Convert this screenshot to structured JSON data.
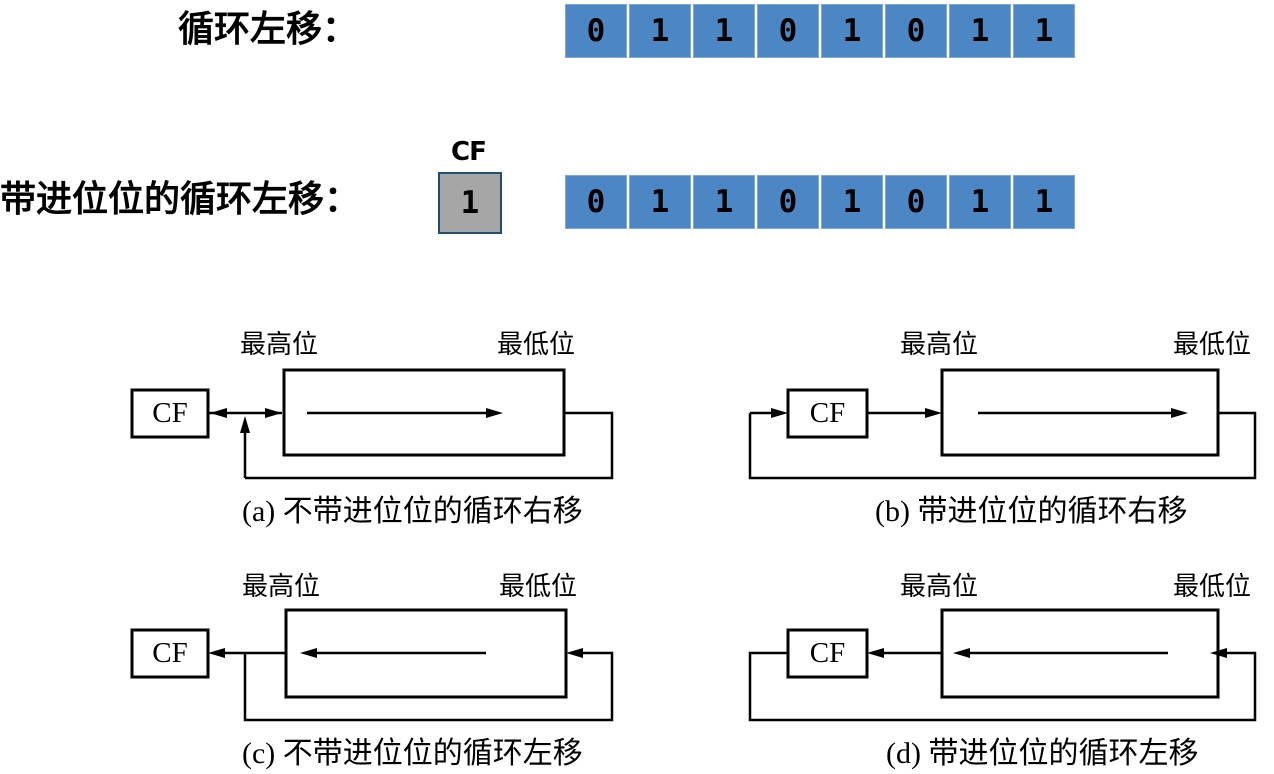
{
  "top": {
    "row1": {
      "label": "循环左移：",
      "bits": [
        "0",
        "1",
        "1",
        "0",
        "1",
        "0",
        "1",
        "1"
      ]
    },
    "row2": {
      "label": "带进位位的循环左移：",
      "cf_label": "CF",
      "cf_value": "1",
      "bits": [
        "0",
        "1",
        "1",
        "0",
        "1",
        "0",
        "1",
        "1"
      ]
    }
  },
  "diagrams": [
    {
      "id": "a",
      "msb": "最高位",
      "lsb": "最低位",
      "cf": "CF",
      "caption": "(a) 不带进位位的循环右移"
    },
    {
      "id": "b",
      "msb": "最高位",
      "lsb": "最低位",
      "cf": "CF",
      "caption": "(b) 带进位位的循环右移"
    },
    {
      "id": "c",
      "msb": "最高位",
      "lsb": "最低位",
      "cf": "CF",
      "caption": "(c) 不带进位位的循环左移"
    },
    {
      "id": "d",
      "msb": "最高位",
      "lsb": "最低位",
      "cf": "CF",
      "caption": "(d) 带进位位的循环左移"
    }
  ],
  "colors": {
    "cell-blue": "#4d86c4",
    "cell-border": "#7fa7d8",
    "cf-gray": "#a6a6a6",
    "cf-border": "#1f4e79",
    "line-black": "#000000"
  }
}
